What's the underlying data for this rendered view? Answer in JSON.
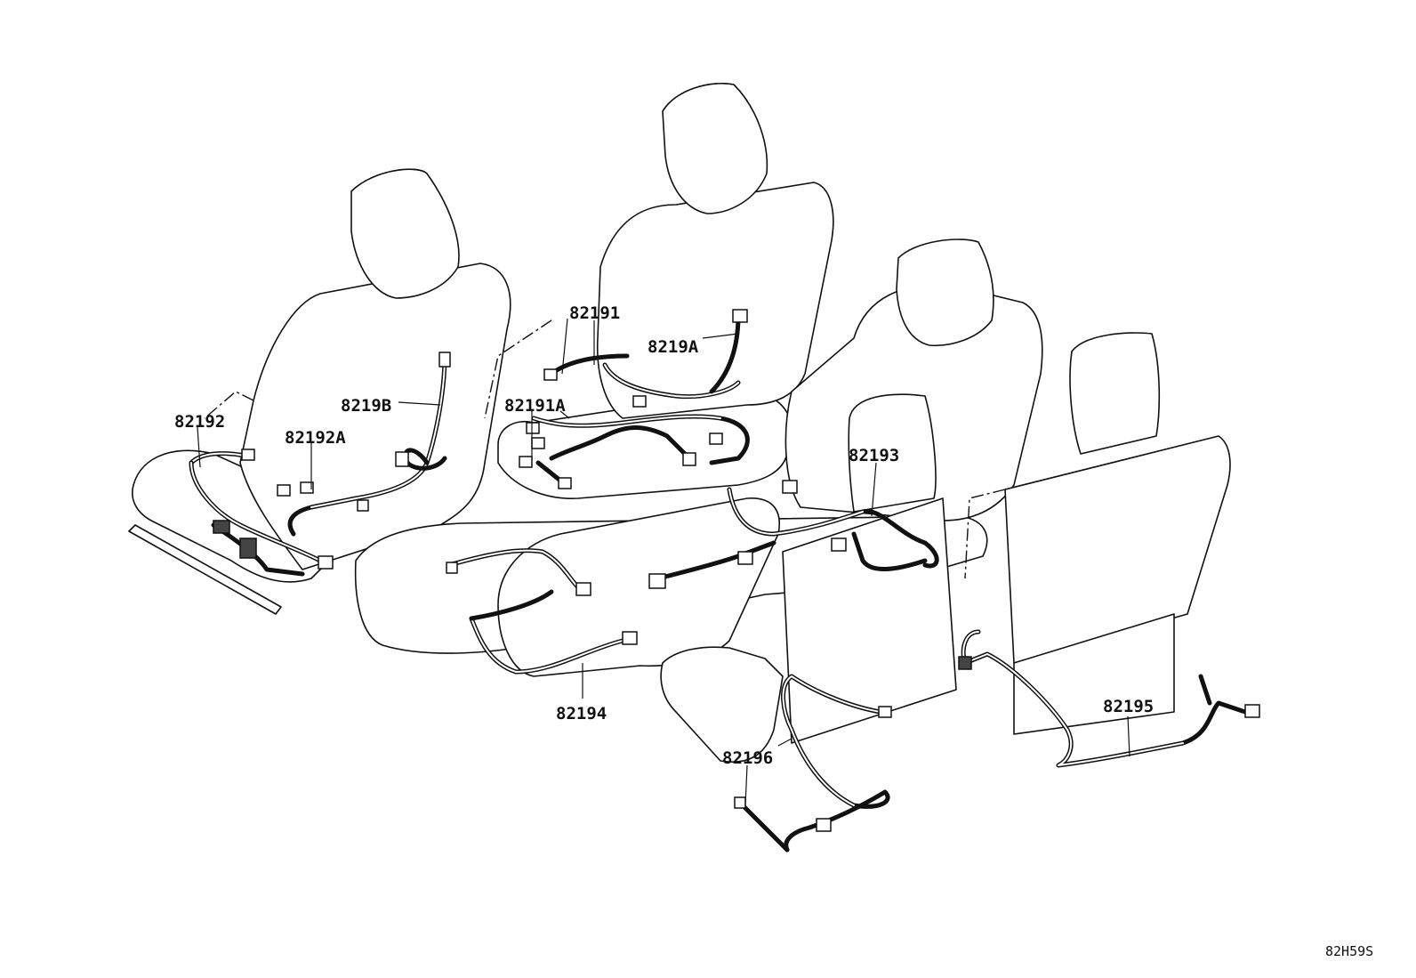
{
  "diagram": {
    "drawing_code": "82H59S",
    "callouts": {
      "c82191": "82191",
      "c82219A": "8219A",
      "c82219B": "8219B",
      "c82191A": "82191A",
      "c82192": "82192",
      "c82192A": "82192A",
      "c82193": "82193",
      "c82194": "82194",
      "c82195": "82195",
      "c82196": "82196"
    }
  }
}
